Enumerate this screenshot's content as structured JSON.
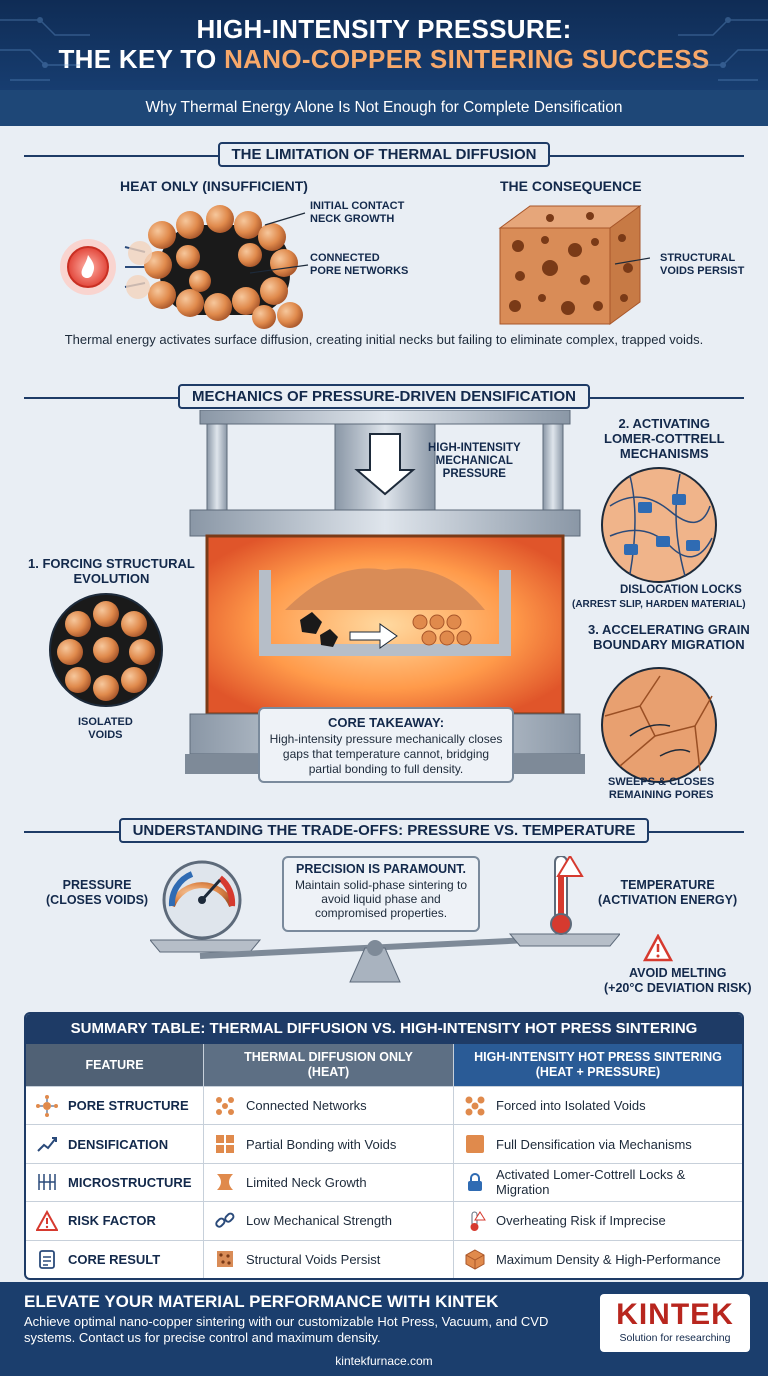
{
  "header": {
    "title_line1": "HIGH-INTENSITY PRESSURE:",
    "title_line2_pre": "THE KEY TO ",
    "title_line2_highlight": "NANO-COPPER SINTERING SUCCESS",
    "subtitle": "Why Thermal Energy Alone Is Not Enough for Complete Densification"
  },
  "section1": {
    "title": "THE LIMITATION OF THERMAL DIFFUSION",
    "left_label": "HEAT ONLY (INSUFFICIENT)",
    "callout_neck": "INITIAL CONTACT\nNECK GROWTH",
    "callout_pores": "CONNECTED\nPORE NETWORKS",
    "right_label": "THE CONSEQUENCE",
    "callout_voids": "STRUCTURAL\nVOIDS PERSIST",
    "note": "Thermal energy activates surface diffusion, creating initial necks but failing to eliminate complex, trapped voids."
  },
  "section2": {
    "title": "MECHANICS OF PRESSURE-DRIVEN DENSIFICATION",
    "pressure_label": "HIGH-INTENSITY\nMECHANICAL\nPRESSURE",
    "step1_label": "1. FORCING STRUCTURAL\nEVOLUTION",
    "step1_caption": "ISOLATED\nVOIDS",
    "step2_label": "2. ACTIVATING\nLOMER-COTTRELL\nMECHANISMS",
    "step2_caption_title": "DISLOCATION LOCKS",
    "step2_caption_sub": "(ARREST SLIP, HARDEN MATERIAL)",
    "step3_label": "3. ACCELERATING GRAIN\nBOUNDARY MIGRATION",
    "step3_caption": "SWEEPS & CLOSES\nREMAINING PORES",
    "takeaway_title": "CORE TAKEAWAY:",
    "takeaway_text": "High-intensity pressure mechanically closes gaps that temperature cannot, bridging partial bonding to full density."
  },
  "section3": {
    "title": "UNDERSTANDING THE TRADE-OFFS: PRESSURE VS. TEMPERATURE",
    "pressure_label": "PRESSURE\n(CLOSES VOIDS)",
    "precision_title": "PRECISION IS PARAMOUNT.",
    "precision_text": "Maintain solid-phase sintering to avoid liquid phase and compromised properties.",
    "temperature_label": "TEMPERATURE\n(ACTIVATION ENERGY)",
    "warning_label": "AVOID MELTING\n(+20°C DEVIATION RISK)"
  },
  "table": {
    "title": "SUMMARY TABLE: THERMAL DIFFUSION VS. HIGH-INTENSITY HOT PRESS SINTERING",
    "headers": [
      "FEATURE",
      "THERMAL DIFFUSION ONLY\n(HEAT)",
      "HIGH-INTENSITY HOT PRESS SINTERING\n(HEAT + PRESSURE)"
    ],
    "rows": [
      {
        "feature": "PORE STRUCTURE",
        "thermal": "Connected Networks",
        "hotpress": "Forced into Isolated Voids"
      },
      {
        "feature": "DENSIFICATION",
        "thermal": "Partial Bonding with Voids",
        "hotpress": "Full Densification via Mechanisms"
      },
      {
        "feature": "MICROSTRUCTURE",
        "thermal": "Limited Neck Growth",
        "hotpress": "Activated Lomer-Cottrell Locks &\nMigration"
      },
      {
        "feature": "RISK FACTOR",
        "thermal": "Low Mechanical Strength",
        "hotpress": "Overheating Risk if Imprecise"
      },
      {
        "feature": "CORE RESULT",
        "thermal": "Structural Voids Persist",
        "hotpress": "Maximum Density & High-Performance"
      }
    ]
  },
  "footer": {
    "title": "ELEVATE YOUR MATERIAL PERFORMANCE WITH KINTEK",
    "text": "Achieve optimal nano-copper sintering with our customizable Hot Press, Vacuum, and CVD systems. Contact us for precise control and maximum density.",
    "url": "kintekfurnace.com",
    "logo_name": "KINTEK",
    "logo_tagline": "Solution for researching"
  },
  "colors": {
    "navy": "#13294b",
    "copper": "#e08a4c",
    "accent": "#2f6bb3",
    "warning": "#d63a2f"
  }
}
